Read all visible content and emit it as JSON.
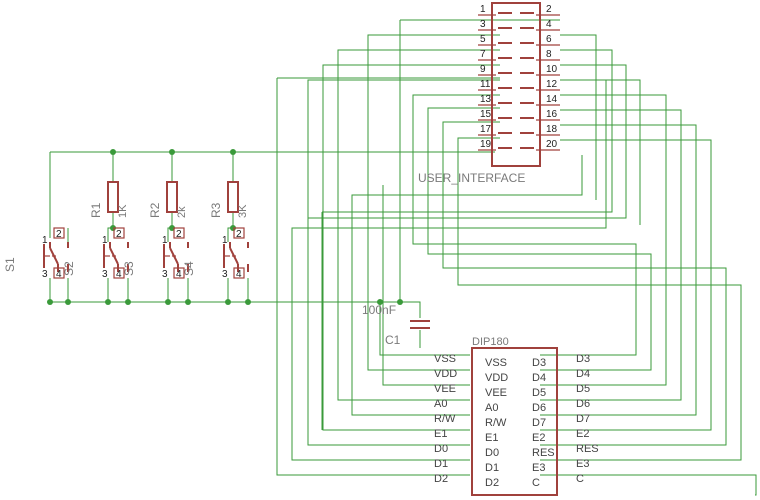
{
  "connector": {
    "name": "USER_INTERFACE",
    "pins_left": [
      "1",
      "3",
      "5",
      "7",
      "9",
      "11",
      "13",
      "15",
      "17",
      "19"
    ],
    "pins_right": [
      "2",
      "4",
      "6",
      "8",
      "10",
      "12",
      "14",
      "16",
      "18",
      "20"
    ]
  },
  "capacitor": {
    "value": "100nF",
    "ref": "C1"
  },
  "lcd": {
    "name": "DIP180",
    "left_pins": [
      "VSS",
      "VDD",
      "VEE",
      "A0",
      "R/W",
      "E1",
      "D0",
      "D1",
      "D2"
    ],
    "right_pins": [
      "D3",
      "D4",
      "D5",
      "D6",
      "D7",
      "E2",
      "RES",
      "E3",
      "C"
    ]
  },
  "net_labels": {
    "left": [
      "VSS",
      "VDD",
      "VEE",
      "A0",
      "R/W",
      "E1",
      "D0",
      "D1",
      "D2"
    ],
    "right": [
      "D3",
      "D4",
      "D5",
      "D6",
      "D7",
      "E2",
      "RES",
      "E3",
      "C"
    ]
  },
  "resistors": [
    {
      "ref": "R1",
      "value": "1K"
    },
    {
      "ref": "R2",
      "value": "2k"
    },
    {
      "ref": "R3",
      "value": "3K"
    }
  ],
  "switches": [
    {
      "ref": "S1",
      "pins": [
        "1",
        "2",
        "3",
        "4"
      ]
    },
    {
      "ref": "S2",
      "pins": [
        "1",
        "2",
        "3",
        "4"
      ]
    },
    {
      "ref": "S3",
      "pins": [
        "1",
        "2",
        "3",
        "4"
      ]
    },
    {
      "ref": "S4",
      "pins": [
        "1",
        "2",
        "3",
        "4"
      ]
    }
  ]
}
